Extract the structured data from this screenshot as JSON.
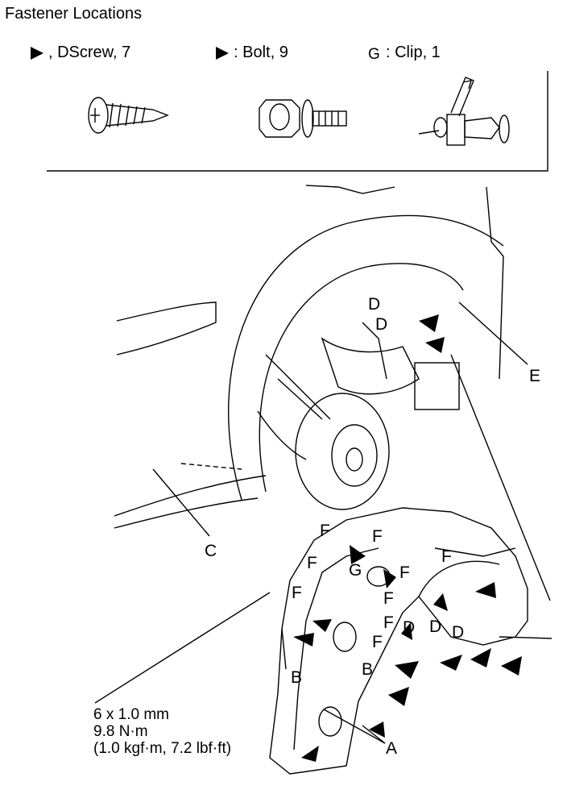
{
  "title": "Fastener Locations",
  "legend": [
    {
      "symbol": "screw-symbol-icon",
      "text": ", DScrew, 7"
    },
    {
      "symbol": "bolt-symbol-icon",
      "text": ": Bolt, 9"
    },
    {
      "symbol": "clip-symbol-icon",
      "text": ": Clip, 1"
    }
  ],
  "callouts": {
    "A": "A",
    "B1": "B",
    "B2": "B",
    "C": "C",
    "D1": "D",
    "D2": "D",
    "D3": "D",
    "D4": "D",
    "D5": "D",
    "E": "E",
    "F1": "F",
    "F2": "F",
    "F3": "F",
    "F4": "F",
    "F5": "F",
    "F6": "F",
    "F7": "F",
    "F8": "F",
    "F9": "F",
    "G": "G"
  },
  "spec": {
    "line1": "6 x 1.0 mm",
    "line2": "9.8 N·m",
    "line3": "(1.0 kgf·m, 7.2 lbf·ft)"
  }
}
